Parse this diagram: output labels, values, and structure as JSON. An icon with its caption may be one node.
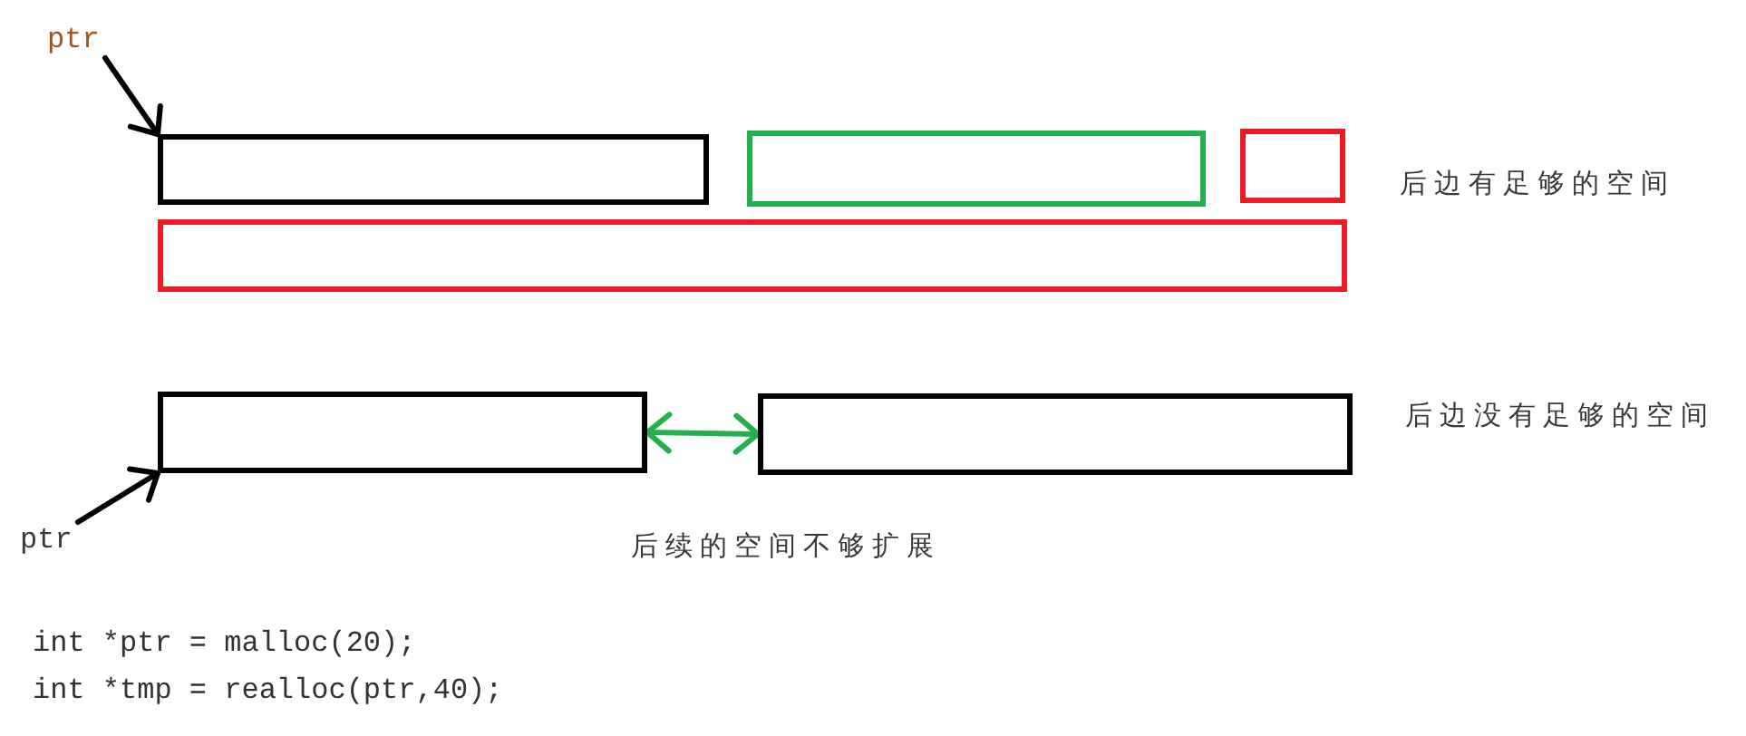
{
  "diagram": {
    "nodes": [
      {
        "text": [
          "ptr"
        ]
      },
      {
        "text": [],
        "shape": "box"
      },
      {
        "text": [],
        "shape": "box"
      },
      {
        "text": [],
        "shape": "box"
      },
      {
        "text": [],
        "shape": "box"
      },
      {
        "text": [],
        "shape": "box"
      },
      {
        "text": [],
        "shape": "box"
      },
      {
        "text": [
          "ptr"
        ]
      }
    ],
    "edges": [
      {
        "from": 0,
        "to": 1,
        "arrow": "to"
      },
      {
        "from": 7,
        "to": 5,
        "arrow": "to"
      },
      {
        "from": 5,
        "to": 6,
        "arrow": "both",
        "color": "#22b14c"
      }
    ],
    "labels": [
      "后边有足够的空间",
      "后边没有足够的空间",
      "后续的空间不够扩展",
      "int *ptr = malloc(20);",
      "int *tmp = realloc(ptr,40);"
    ]
  }
}
